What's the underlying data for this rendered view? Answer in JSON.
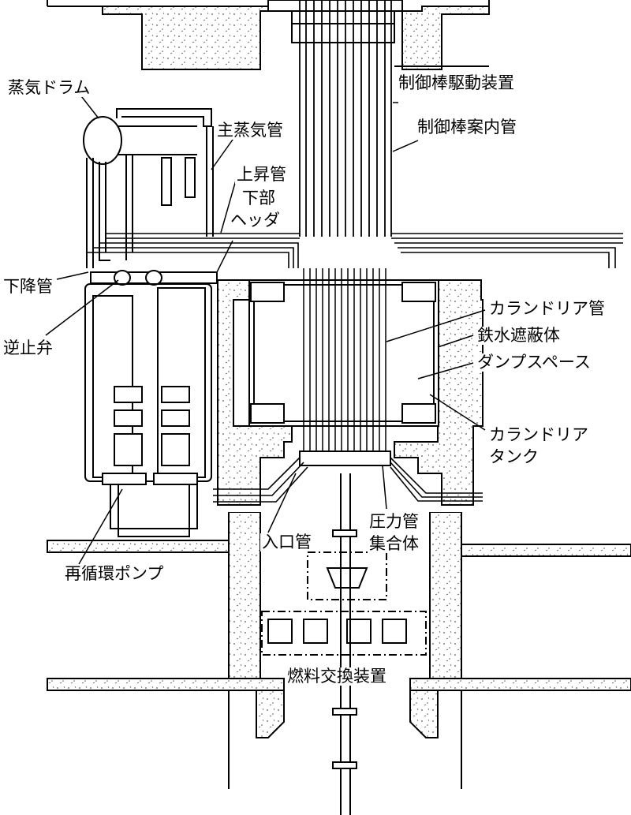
{
  "labels": {
    "steam_drum": "蒸気ドラム",
    "control_rod_drive": "制御棒駆動装置",
    "control_rod_guide": "制御棒案内管",
    "main_steam_pipe": "主蒸気管",
    "riser_pipe": "上昇管",
    "lower_header_1": "下部",
    "lower_header_2": "ヘッダ",
    "downcomer": "下降管",
    "check_valve": "逆止弁",
    "calandria_tube": "カランドリア管",
    "iron_water_shield": "鉄水遮蔽体",
    "dump_space": "ダンプスペース",
    "calandria_tank_1": "カランドリア",
    "calandria_tank_2": "タンク",
    "inlet_pipe": "入口管",
    "pressure_tube_1": "圧力管",
    "pressure_tube_2": "集合体",
    "recirc_pump": "再循環ポンプ",
    "fuel_exchanger": "燃料交換装置"
  },
  "colors": {
    "line": "#000000",
    "concrete_dot": "#555555",
    "background": "#ffffff"
  }
}
